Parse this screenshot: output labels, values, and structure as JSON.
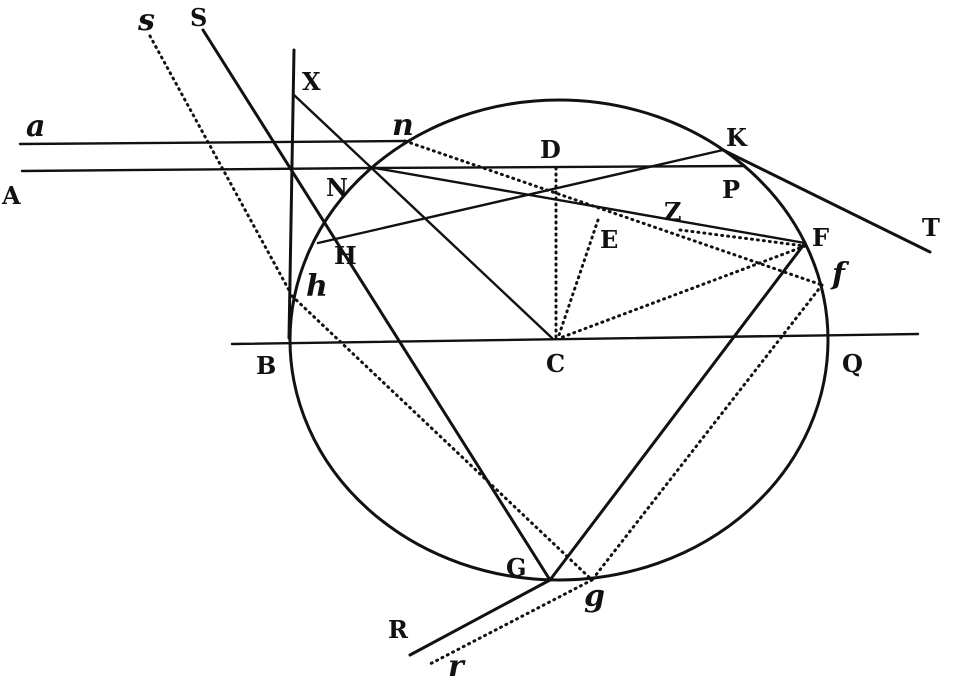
{
  "figure": {
    "description": "Geometric ray-optics diagram: parallel rays refracted and reflected inside a circular drop",
    "labels": {
      "S": "S",
      "s": "s",
      "X": "X",
      "a": "a",
      "A": "A",
      "n": "n",
      "N": "N",
      "D": "D",
      "K": "K",
      "P": "P",
      "T": "T",
      "H": "H",
      "h": "h",
      "E": "E",
      "Z": "Z",
      "F": "F",
      "f": "f",
      "B": "B",
      "C": "C",
      "Q": "Q",
      "G": "G",
      "g": "g",
      "R": "R",
      "r": "r"
    },
    "colors": {
      "ink": "#111111",
      "paper": "#ffffff"
    }
  }
}
